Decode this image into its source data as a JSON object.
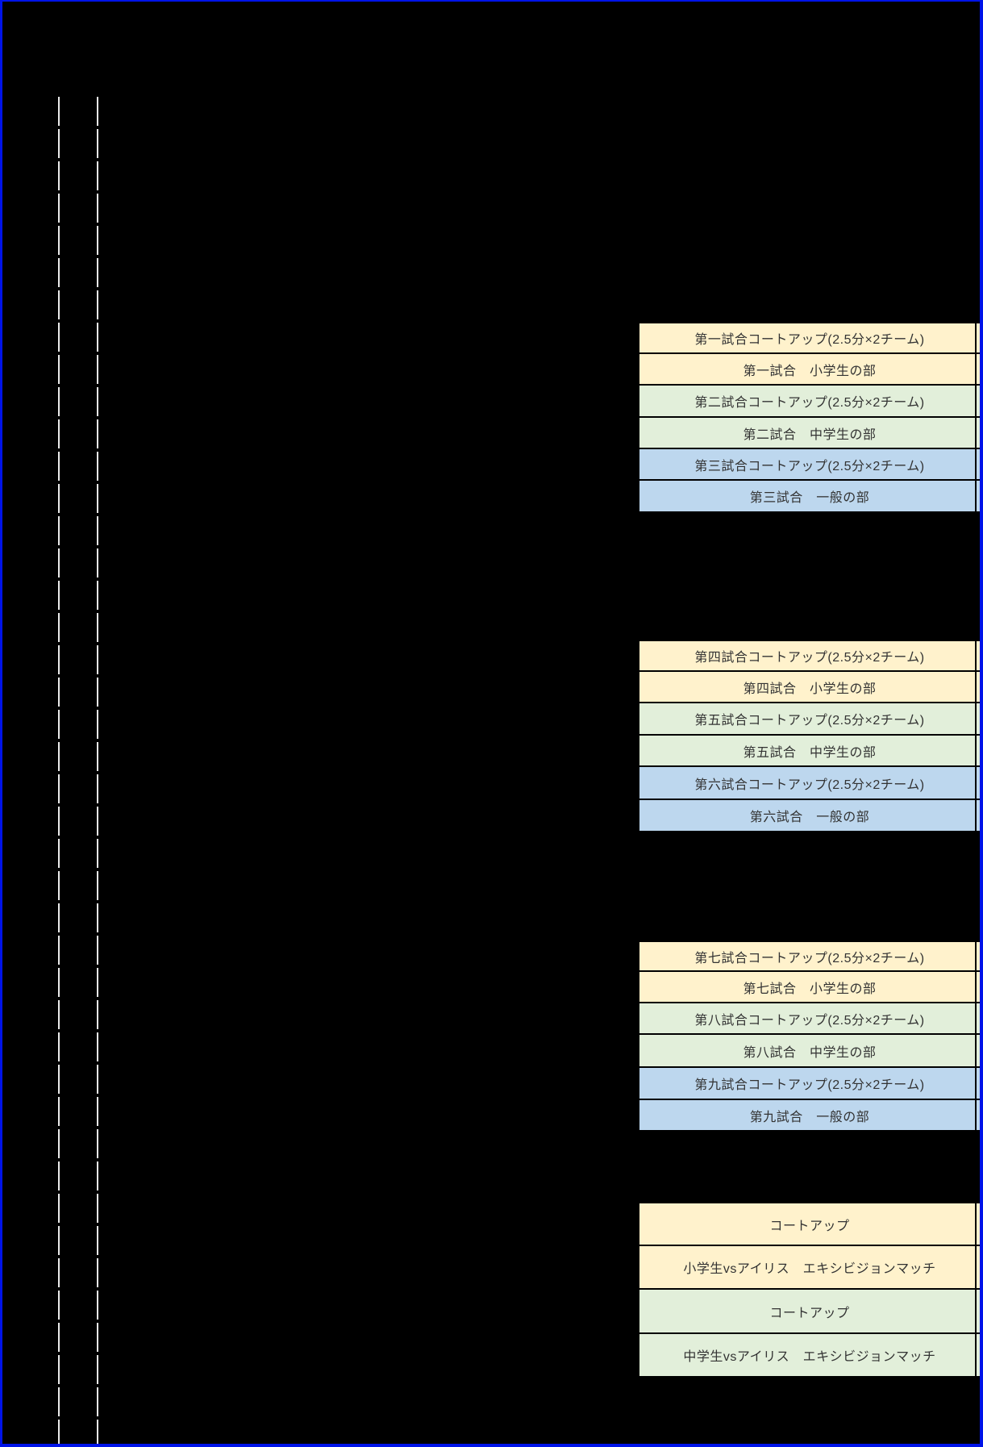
{
  "sheet": {
    "background": "#000000",
    "outer_border_color": "#0013e8",
    "grid_line_color": "#ebebeb",
    "divider_color": "#000000",
    "text_color": "#333333",
    "colors": {
      "cream": "#fff2cc",
      "green": "#e2efda",
      "blue": "#bdd7ee"
    }
  },
  "schedule": {
    "groups": [
      {
        "rows": [
          {
            "color": "cream",
            "label": "第一試合コートアップ(2.5分×2チーム)"
          },
          {
            "color": "cream",
            "label": "第一試合　小学生の部"
          },
          {
            "color": "green",
            "label": "第二試合コートアップ(2.5分×2チーム)"
          },
          {
            "color": "green",
            "label": "第二試合　中学生の部"
          },
          {
            "color": "blue",
            "label": "第三試合コートアップ(2.5分×2チーム)"
          },
          {
            "color": "blue",
            "label": "第三試合　一般の部"
          }
        ]
      },
      {
        "rows": [
          {
            "color": "cream",
            "label": "第四試合コートアップ(2.5分×2チーム)"
          },
          {
            "color": "cream",
            "label": "第四試合　小学生の部"
          },
          {
            "color": "green",
            "label": "第五試合コートアップ(2.5分×2チーム)"
          },
          {
            "color": "green",
            "label": "第五試合　中学生の部"
          },
          {
            "color": "blue",
            "label": "第六試合コートアップ(2.5分×2チーム)"
          },
          {
            "color": "blue",
            "label": "第六試合　一般の部"
          }
        ]
      },
      {
        "rows": [
          {
            "color": "cream",
            "label": "第七試合コートアップ(2.5分×2チーム)"
          },
          {
            "color": "cream",
            "label": "第七試合　小学生の部"
          },
          {
            "color": "green",
            "label": "第八試合コートアップ(2.5分×2チーム)"
          },
          {
            "color": "green",
            "label": "第八試合　中学生の部"
          },
          {
            "color": "blue",
            "label": "第九試合コートアップ(2.5分×2チーム)"
          },
          {
            "color": "blue",
            "label": "第九試合　一般の部"
          }
        ]
      },
      {
        "rows": [
          {
            "color": "cream",
            "label": "コートアップ"
          },
          {
            "color": "cream",
            "label": "小学生vsアイリス　エキシビジョンマッチ"
          },
          {
            "color": "green",
            "label": "コートアップ"
          },
          {
            "color": "green",
            "label": "中学生vsアイリス　エキシビジョンマッチ"
          }
        ]
      }
    ]
  }
}
